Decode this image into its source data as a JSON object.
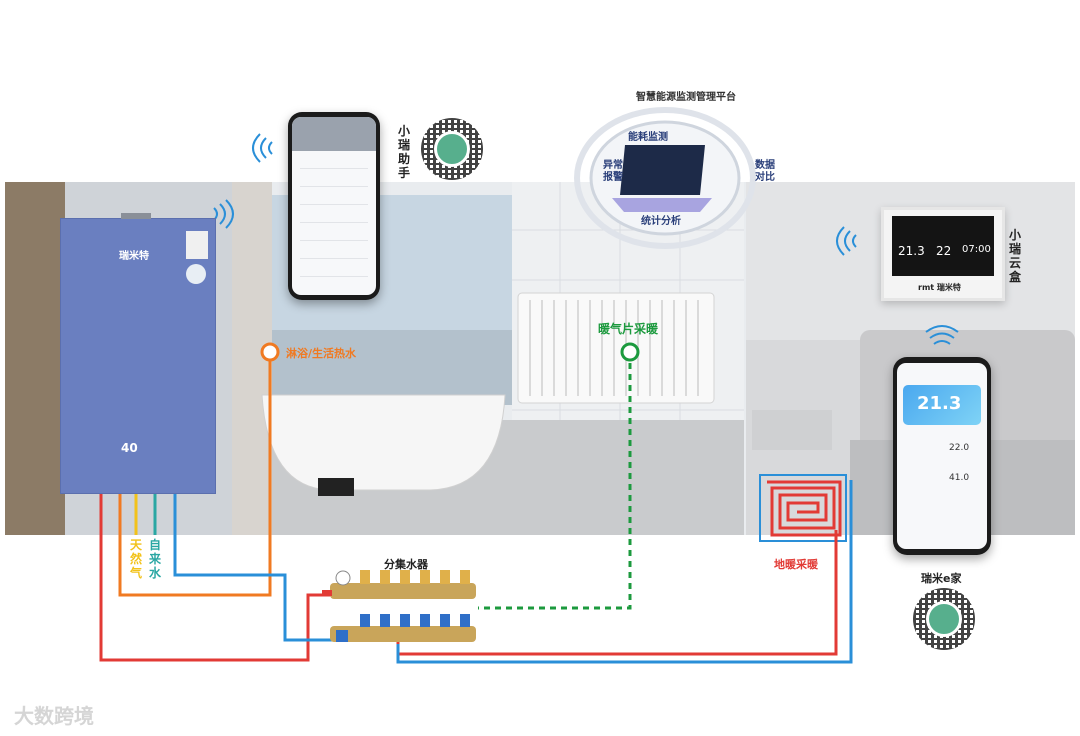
{
  "boiler": {
    "brand": "瑞米特",
    "display": "40",
    "colors": {
      "body": "#6a7fc0",
      "frame": "#e8eaf0"
    }
  },
  "lines": {
    "gas_label": "天然气",
    "water_label": "自来水",
    "shower_label": "淋浴/生活热水",
    "radiator_label": "暖气片采暖",
    "manifold_label": "分集水器",
    "floor_label": "地暖采暖",
    "colors": {
      "red": "#e23a35",
      "orange": "#f07a22",
      "yellow": "#f2c21a",
      "teal": "#2aa7a3",
      "blue": "#2a8fd8",
      "green": "#1c9a3e"
    }
  },
  "platform": {
    "title": "智慧能源监测管理平台",
    "items": [
      "能耗监测",
      "异常报警",
      "数据对比",
      "统计分析"
    ]
  },
  "mini_program": {
    "label": "小瑞助手"
  },
  "thermostat": {
    "label": "小瑞云盒",
    "brand": "rmt 瑞米特",
    "temp_left": "21.3",
    "temp_right": "22",
    "time": "07:00"
  },
  "app": {
    "label": "瑞米e家",
    "temperature": "21.3",
    "set_temp_1": "22.0",
    "set_temp_2": "41.0"
  },
  "watermark": "大数跨境"
}
